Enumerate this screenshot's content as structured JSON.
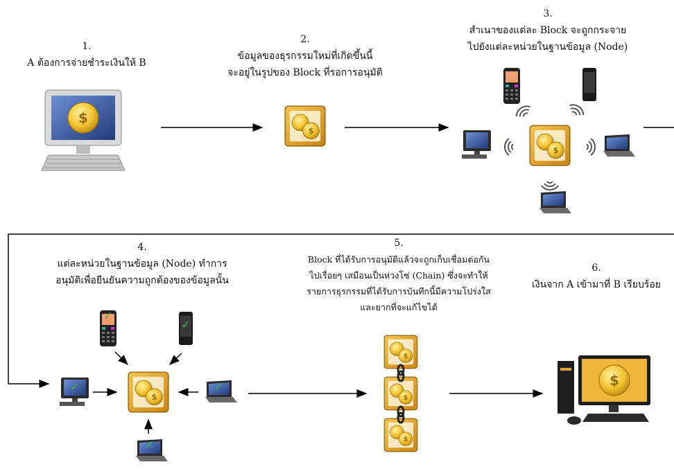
{
  "steps": [
    {
      "number": "1.",
      "lines": [
        "A ต้องการจ่ายชำระเงินให้ B"
      ]
    },
    {
      "number": "2.",
      "lines": [
        "ข้อมูลของธุรกรรมใหม่ที่เกิดขึ้นนี้",
        "จะอยู่ในรูปของ Block ที่รอการอนุมัติ"
      ]
    },
    {
      "number": "3.",
      "lines": [
        "สำเนาของแต่ละ Block จะถูกกระจาย",
        "ไปยังแต่ละหน่วยในฐานข้อมูล (Node)"
      ]
    },
    {
      "number": "4.",
      "lines": [
        "แต่ละหน่วยในฐานข้อมูล (Node) ทำการ",
        "อนุมัติเพื่อยืนยันความถูกต้องของข้อมูลนั้น"
      ]
    },
    {
      "number": "5.",
      "lines": [
        "Block ที่ได้รับการอนุมัติแล้วจะถูกเก็บเชื่อมต่อกัน",
        "ไปเรื่อยๆ เสมือนเป็นห่วงโซ่ (Chain) ซึ่งจะทำให้",
        "รายการธุรกรรมที่ได้รับการบันทึกนี้มีความโปร่งใส",
        "และยากที่จะแก้ไขได้"
      ]
    },
    {
      "number": "6.",
      "lines": [
        "เงินจาก A เข้ามาที่ B เรียบร้อย"
      ]
    }
  ],
  "icons": {
    "coin_symbol": "$",
    "check_symbol": "✓"
  },
  "colors": {
    "block_gold": "#e3a21a",
    "coin_gold": "#f2c230",
    "screen_blue": "#3b5ea8",
    "check_green": "#3fb34f",
    "line": "#000000"
  }
}
